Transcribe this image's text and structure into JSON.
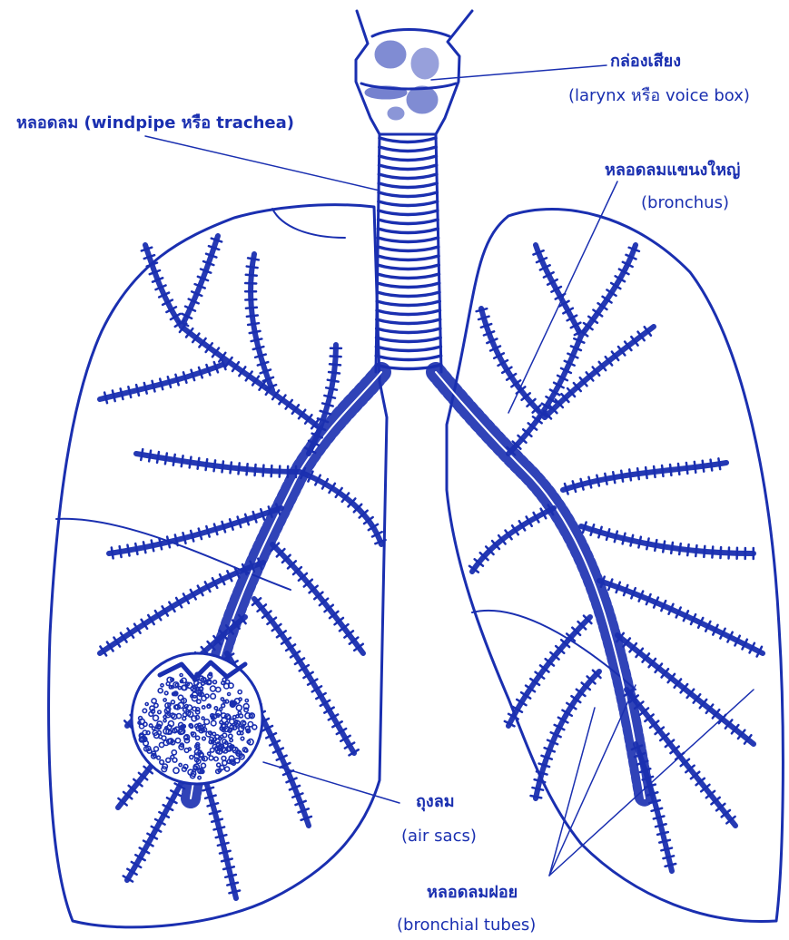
{
  "colors": {
    "ink": "#1a2fb0",
    "background": "#ffffff"
  },
  "labels": {
    "larynx_th": "กล่องเสียง",
    "larynx_en": "(larynx หรือ voice box)",
    "trachea": "หลอดลม (windpipe หรือ trachea)",
    "bronchus_th": "หลอดลมแขนงใหญ่",
    "bronchus_en": "(bronchus)",
    "air_sacs_th": "ถุงลม",
    "air_sacs_en": "(air sacs)",
    "bronchial_tubes_th": "หลอดลมฝอย",
    "bronchial_tubes_en": "(bronchial tubes)"
  }
}
